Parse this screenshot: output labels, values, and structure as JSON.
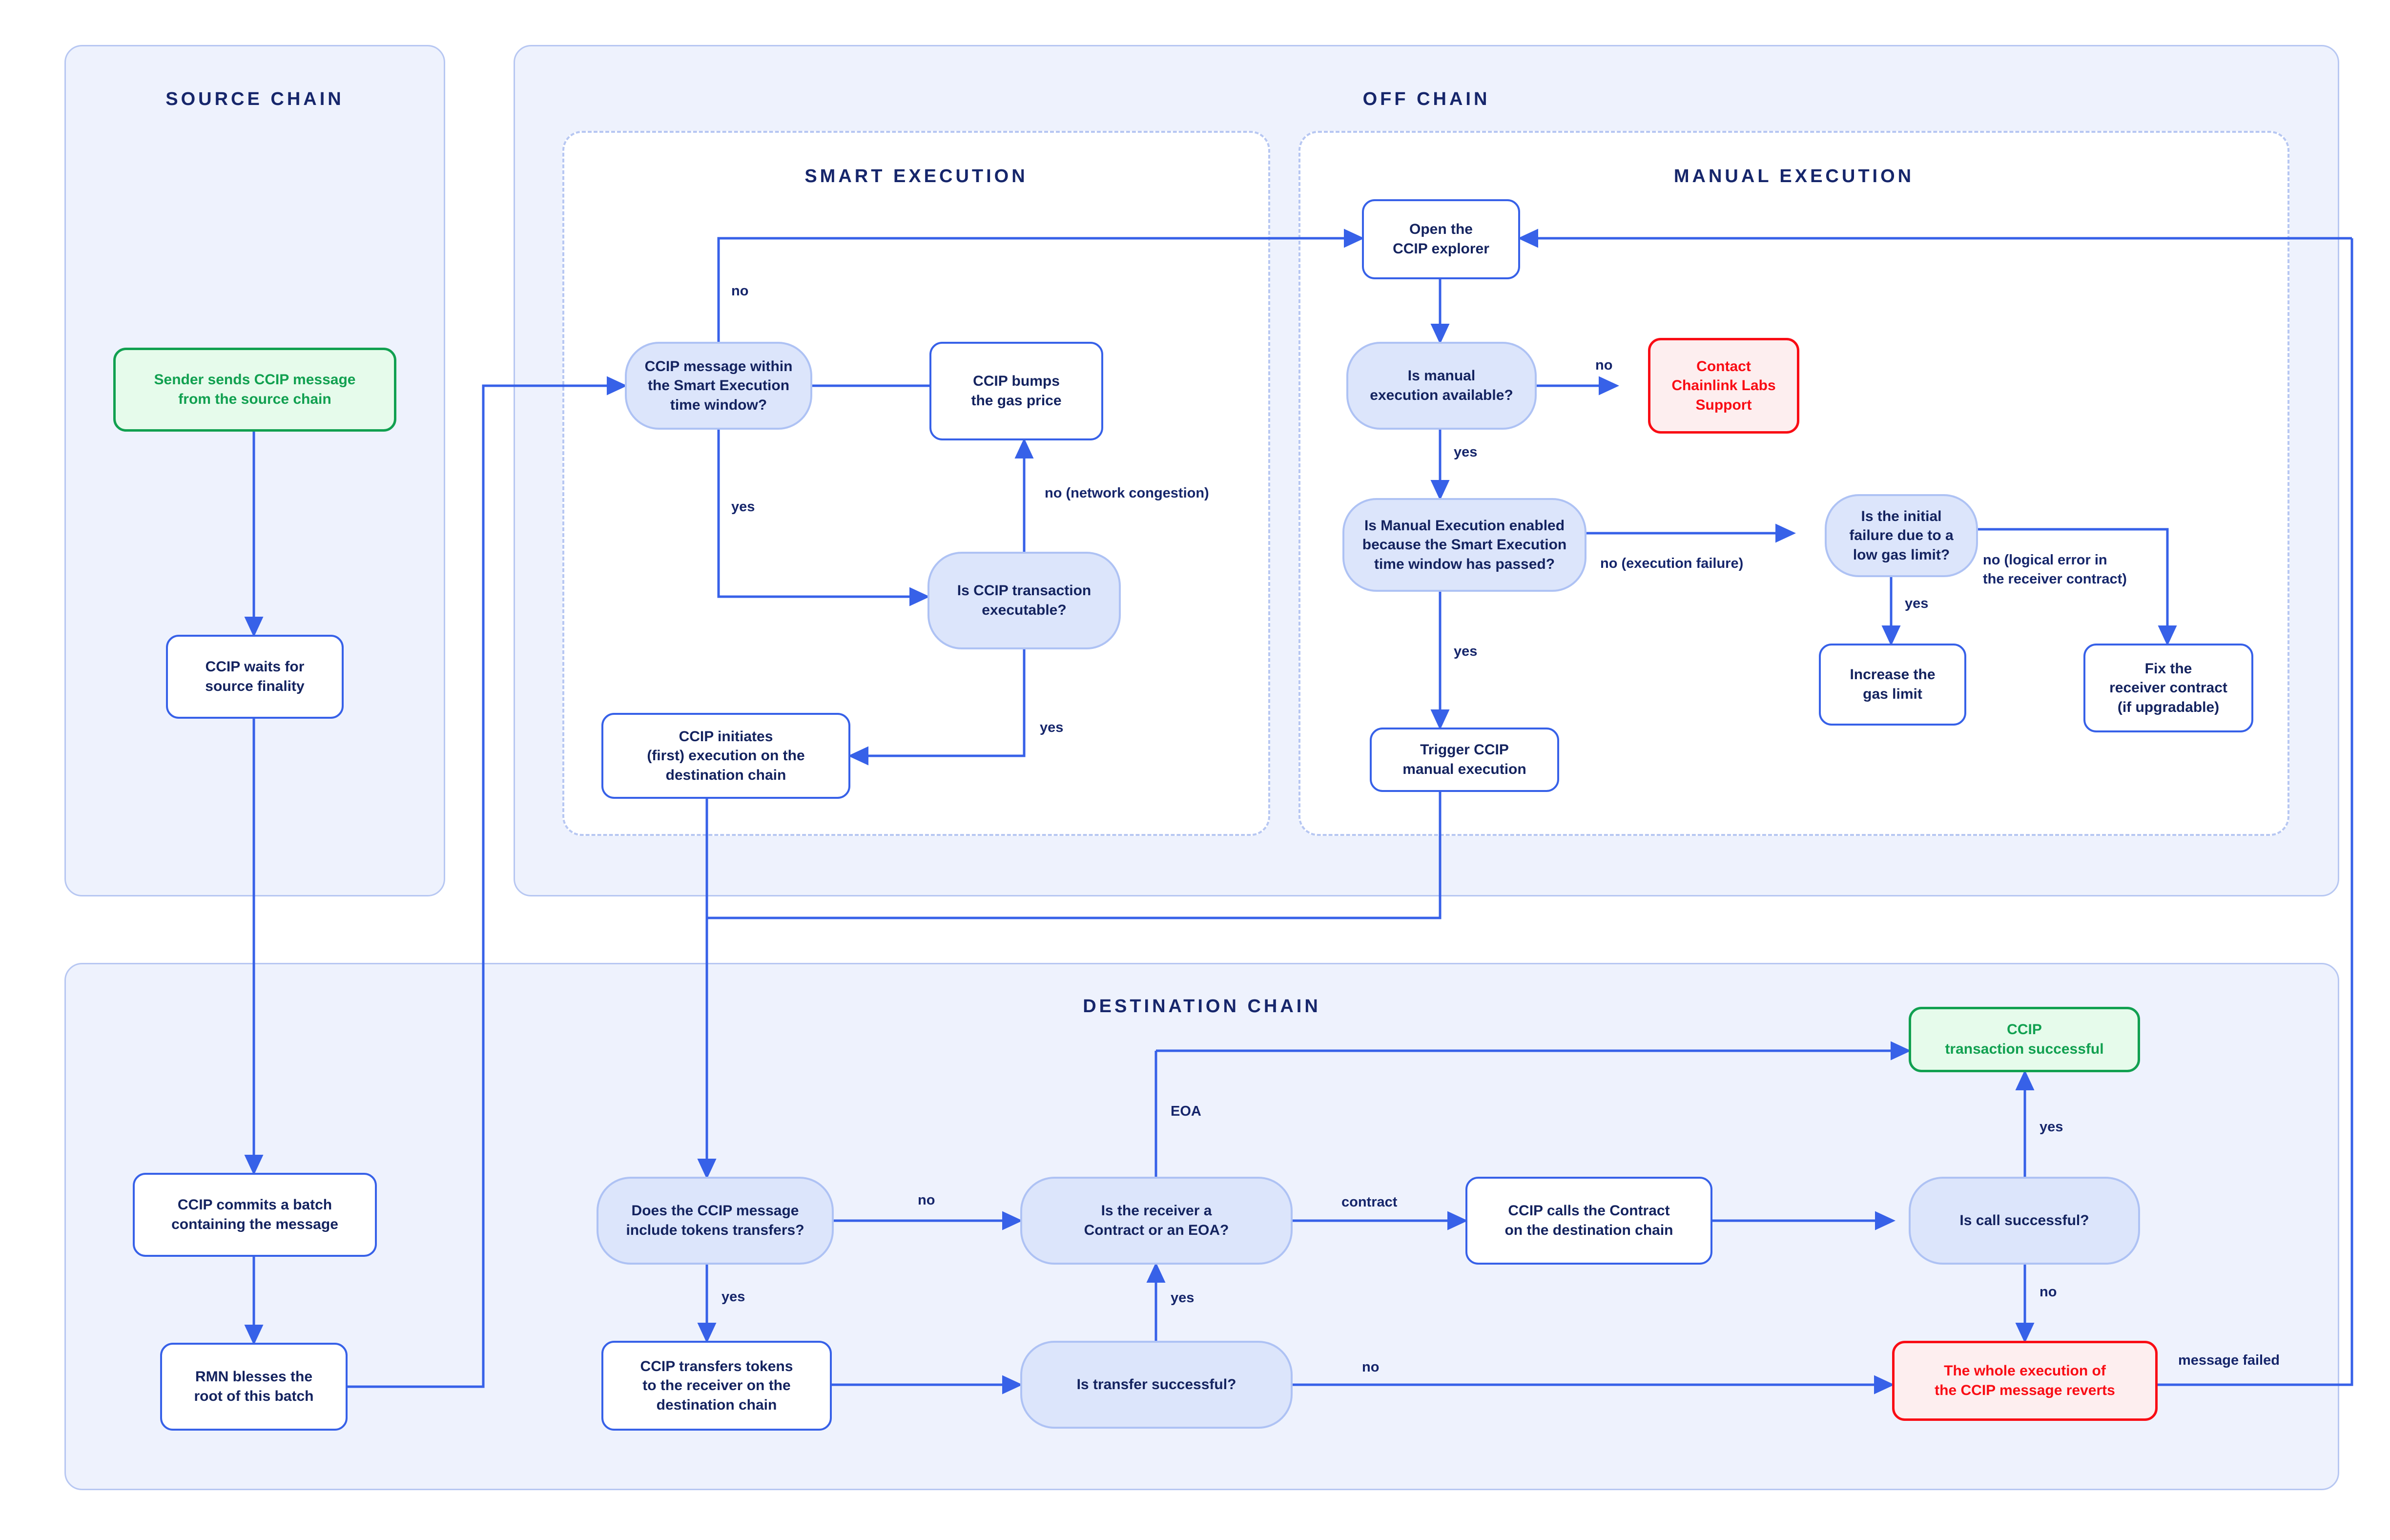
{
  "lanes": [
    {
      "id": "source-chain",
      "title": "SOURCE CHAIN"
    },
    {
      "id": "off-chain",
      "title": "OFF CHAIN"
    },
    {
      "id": "smart-execution",
      "title": "SMART EXECUTION"
    },
    {
      "id": "manual-execution",
      "title": "MANUAL EXECUTION"
    },
    {
      "id": "destination-chain",
      "title": "DESTINATION CHAIN"
    }
  ],
  "nodes": {
    "sender_sends": "Sender sends CCIP message\nfrom the source chain",
    "waits_finality": "CCIP waits for\nsource finality",
    "commits_batch": "CCIP commits a batch\ncontaining the message",
    "rmn_blesses": "RMN blesses the\nroot of this batch",
    "msg_within_window": "CCIP message within\nthe Smart Execution\ntime window?",
    "bumps_gas": "CCIP bumps\nthe gas price",
    "tx_executable": "Is CCIP transaction\nexecutable?",
    "initiates_exec": "CCIP initiates\n(first) execution on the\ndestination chain",
    "open_explorer": "Open the\nCCIP explorer",
    "manual_available": "Is manual\nexecution available?",
    "contact_support": "Contact\nChainlink Labs\nSupport",
    "manual_enabled": "Is Manual Execution enabled\nbecause the Smart Execution\ntime window has passed?",
    "initial_failure": "Is the initial\nfailure due to a\nlow gas limit?",
    "increase_gas": "Increase the\ngas limit",
    "fix_receiver": "Fix the\nreceiver contract\n(if upgradable)",
    "trigger_manual": "Trigger CCIP\nmanual execution",
    "includes_tokens": "Does the CCIP message\ninclude tokens transfers?",
    "transfers_tokens": "CCIP transfers tokens\nto the receiver on the\ndestination chain",
    "transfer_success": "Is transfer successful?",
    "receiver_type": "Is the receiver a\nContract or an EOA?",
    "calls_contract": "CCIP calls the Contract\non the destination chain",
    "call_success": "Is call successful?",
    "tx_successful": "CCIP\ntransaction successful",
    "execution_reverts": "The whole execution of\nthe CCIP message reverts"
  },
  "edge_labels": {
    "no_window": "no",
    "yes_window": "yes",
    "no_congestion": "no (network congestion)",
    "yes_executable": "yes",
    "no_manual": "no",
    "yes_manual": "yes",
    "no_execution_failure": "no (execution failure)",
    "yes_manual_enabled": "yes",
    "yes_low_gas": "yes",
    "no_logical_error": "no (logical error in\nthe receiver contract)",
    "no_tokens": "no",
    "yes_tokens": "yes",
    "yes_transfer": "yes",
    "no_transfer": "no",
    "eoa": "EOA",
    "contract": "contract",
    "yes_call": "yes",
    "no_call": "no",
    "message_failed": "message failed"
  },
  "colors": {
    "lane_fill": "#eef2fd",
    "lane_border": "#b7c7f2",
    "arrow": "#3761e8",
    "text": "#14235f",
    "decision_fill": "#dce5fb",
    "decision_border": "#aec2f4",
    "success": "#11a050",
    "success_fill": "#e6fbeb",
    "error": "#f90c14",
    "error_fill": "#fdeeef"
  }
}
